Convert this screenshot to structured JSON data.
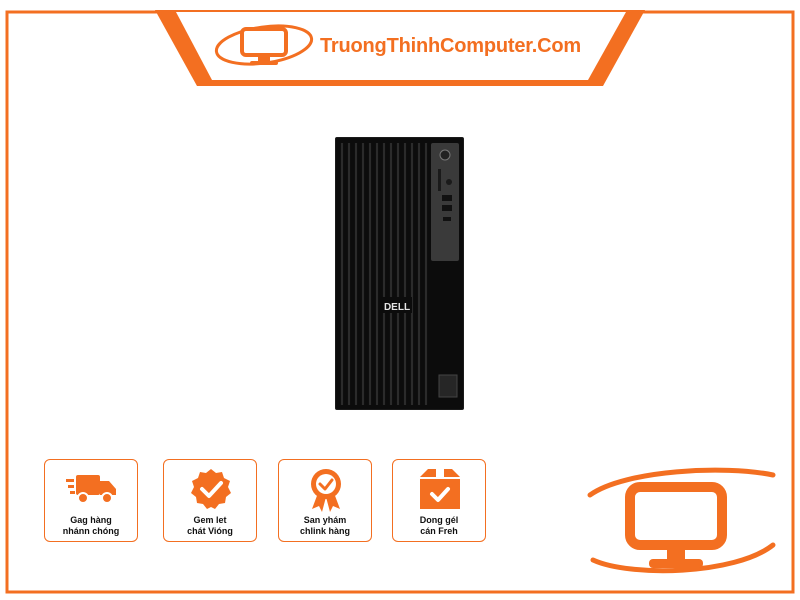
{
  "header": {
    "brand": "TruongThinhComputer.Com"
  },
  "product": {
    "logo_text": "DELL"
  },
  "badges": [
    {
      "line1": "Gag hàng",
      "line2": "nhánn chóng",
      "icon": "delivery-truck-icon"
    },
    {
      "line1": "Gem let",
      "line2": "chát Vióng",
      "icon": "quality-check-icon"
    },
    {
      "line1": "San yhám",
      "line2": "chlink hàng",
      "icon": "award-medal-icon"
    },
    {
      "line1": "Dong gél",
      "line2": "cán Freh",
      "icon": "package-box-icon"
    }
  ],
  "colors": {
    "accent": "#f36f21",
    "tower": "#0c0c0c"
  }
}
